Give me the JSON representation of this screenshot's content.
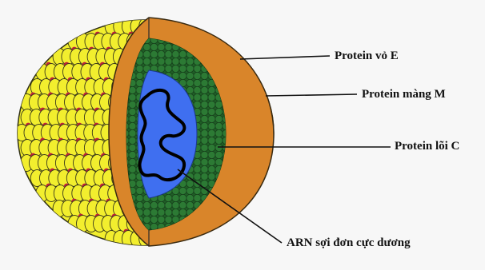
{
  "labels": {
    "envelope_protein": "Protein vỏ E",
    "membrane_protein": "Protein màng M",
    "core_protein": "Protein lõi C",
    "rna": "ARN sợi đơn cực dương"
  },
  "colors": {
    "background": "#f7f7f7",
    "envelope_yellow": "#f2ee2e",
    "envelope_outline": "#3a3a1a",
    "membrane_dots": "#c0203a",
    "membrane_layer": "#d9852a",
    "core_beads": "#2c7a34",
    "rna_region": "#3f6ff0",
    "rna_strand": "#000000"
  }
}
